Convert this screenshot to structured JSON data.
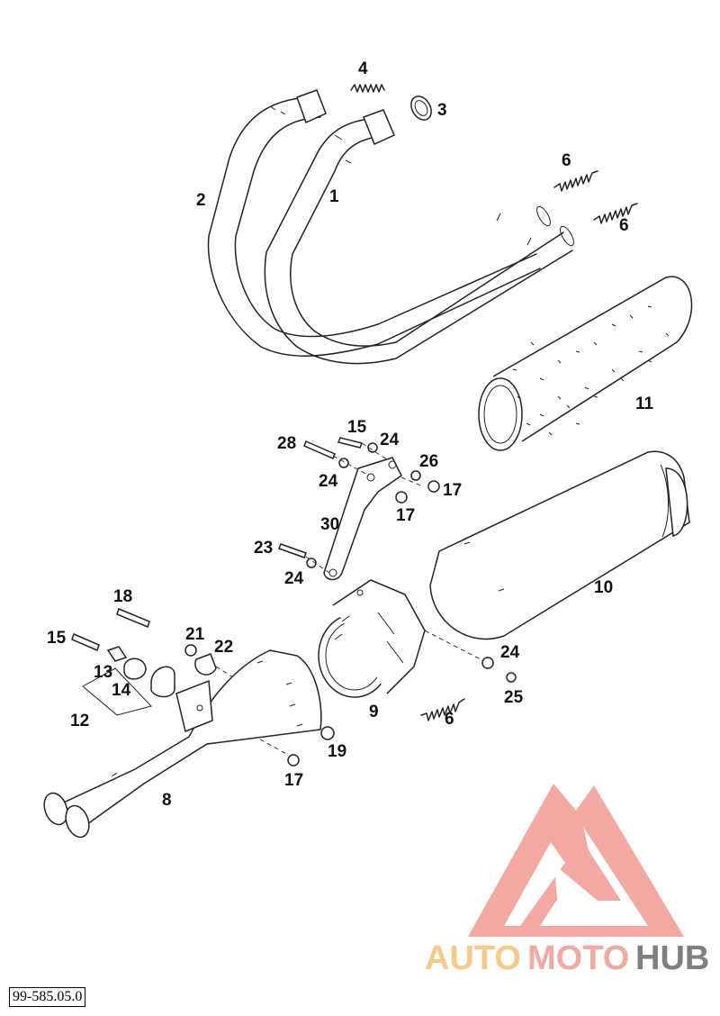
{
  "diagram": {
    "callouts": [
      "1",
      "2",
      "3",
      "4",
      "6",
      "6",
      "11",
      "15",
      "28",
      "24",
      "26",
      "17",
      "24",
      "17",
      "30",
      "23",
      "24",
      "10",
      "18",
      "21",
      "22",
      "15",
      "13",
      "14",
      "12",
      "24",
      "25",
      "6",
      "9",
      "19",
      "17",
      "8"
    ],
    "document_code": "99-585.05.0"
  },
  "watermark": {
    "part1": "AUTO",
    "part2": "MOTO",
    "part3": "HUB",
    "colors": {
      "orange": "#f4b860",
      "red": "#f08b84",
      "gray": "#555555"
    }
  }
}
